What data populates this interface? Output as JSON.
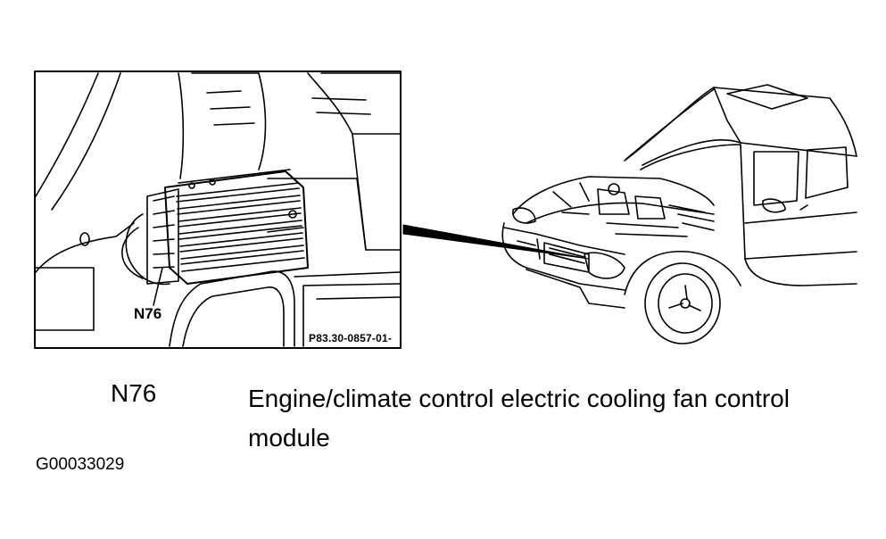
{
  "inset": {
    "component_label": "N76",
    "figure_code": "P83.30-0857-01-"
  },
  "legend": {
    "code": "N76",
    "description": "Engine/climate control electric cooling fan control module"
  },
  "document_id": "G00033029"
}
